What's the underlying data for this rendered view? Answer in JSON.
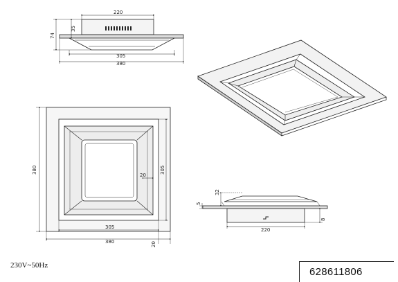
{
  "front_view": {
    "dims": {
      "top_width": "220",
      "height_35": "35",
      "height_74": "74",
      "inner_width": "305",
      "outer_width": "380"
    }
  },
  "top_view": {
    "dims": {
      "height": "380",
      "width_inner": "305",
      "width_outer": "380",
      "right_305": "305",
      "inner_20": "20",
      "bottom_20": "20"
    }
  },
  "side_view": {
    "dims": {
      "d32": "32",
      "d5": "5",
      "d8": "8",
      "d220": "220"
    }
  },
  "footer": {
    "voltage": "230V~50Hz",
    "product_code": "628611806"
  }
}
